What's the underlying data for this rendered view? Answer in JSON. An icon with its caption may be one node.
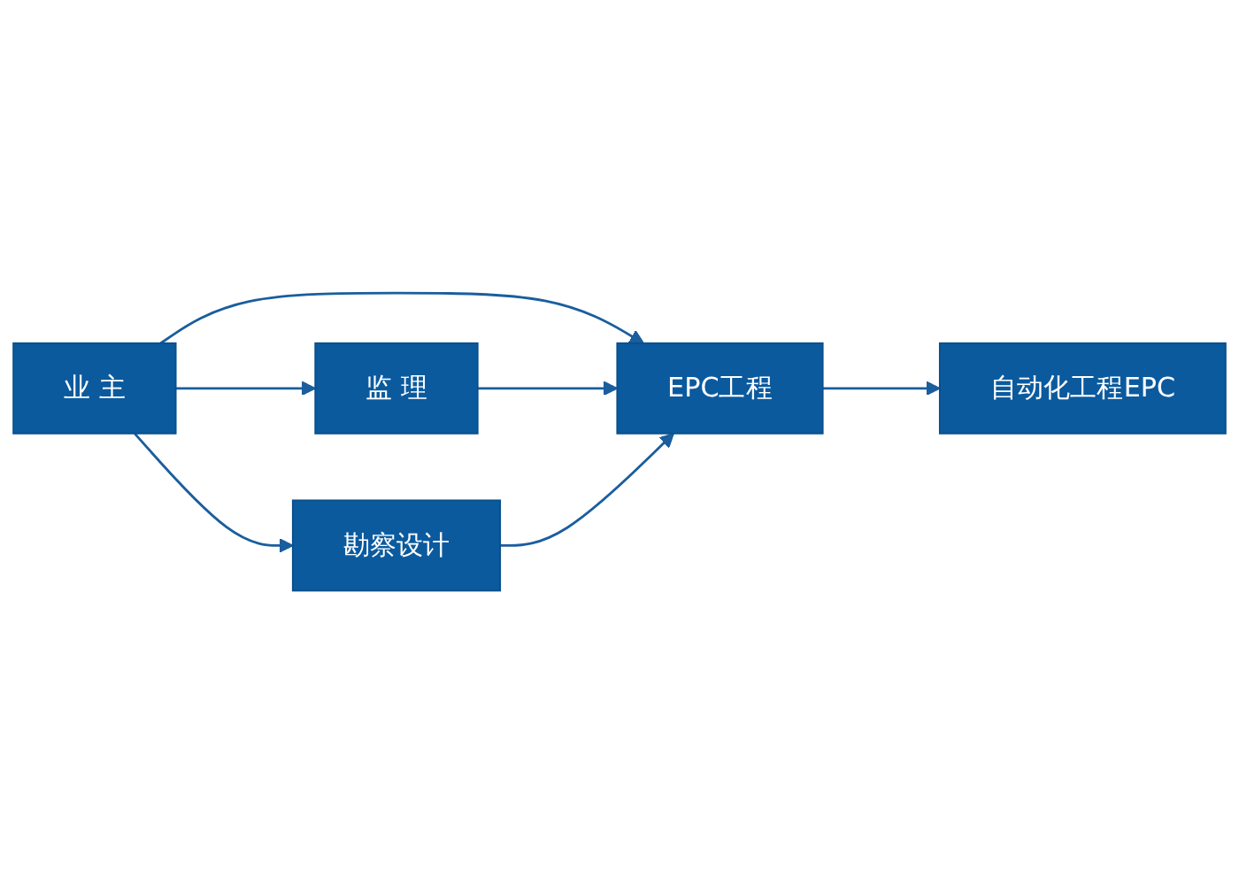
{
  "diagram": {
    "nodes": [
      {
        "text": [
          "业 主"
        ]
      },
      {
        "text": [
          "监 理"
        ]
      },
      {
        "text": [
          "勘察设计"
        ]
      },
      {
        "text": [
          "EPC工程"
        ]
      },
      {
        "text": [
          "自动化工程EPC"
        ]
      }
    ],
    "edges": [
      {
        "from": 0,
        "to": 1,
        "arrow": "to"
      },
      {
        "from": 0,
        "to": 3,
        "arrow": "to"
      },
      {
        "from": 0,
        "to": 2,
        "arrow": "to"
      },
      {
        "from": 1,
        "to": 3,
        "arrow": "to"
      },
      {
        "from": 2,
        "to": 3,
        "arrow": "to"
      },
      {
        "from": 3,
        "to": 4,
        "arrow": "to"
      }
    ]
  }
}
